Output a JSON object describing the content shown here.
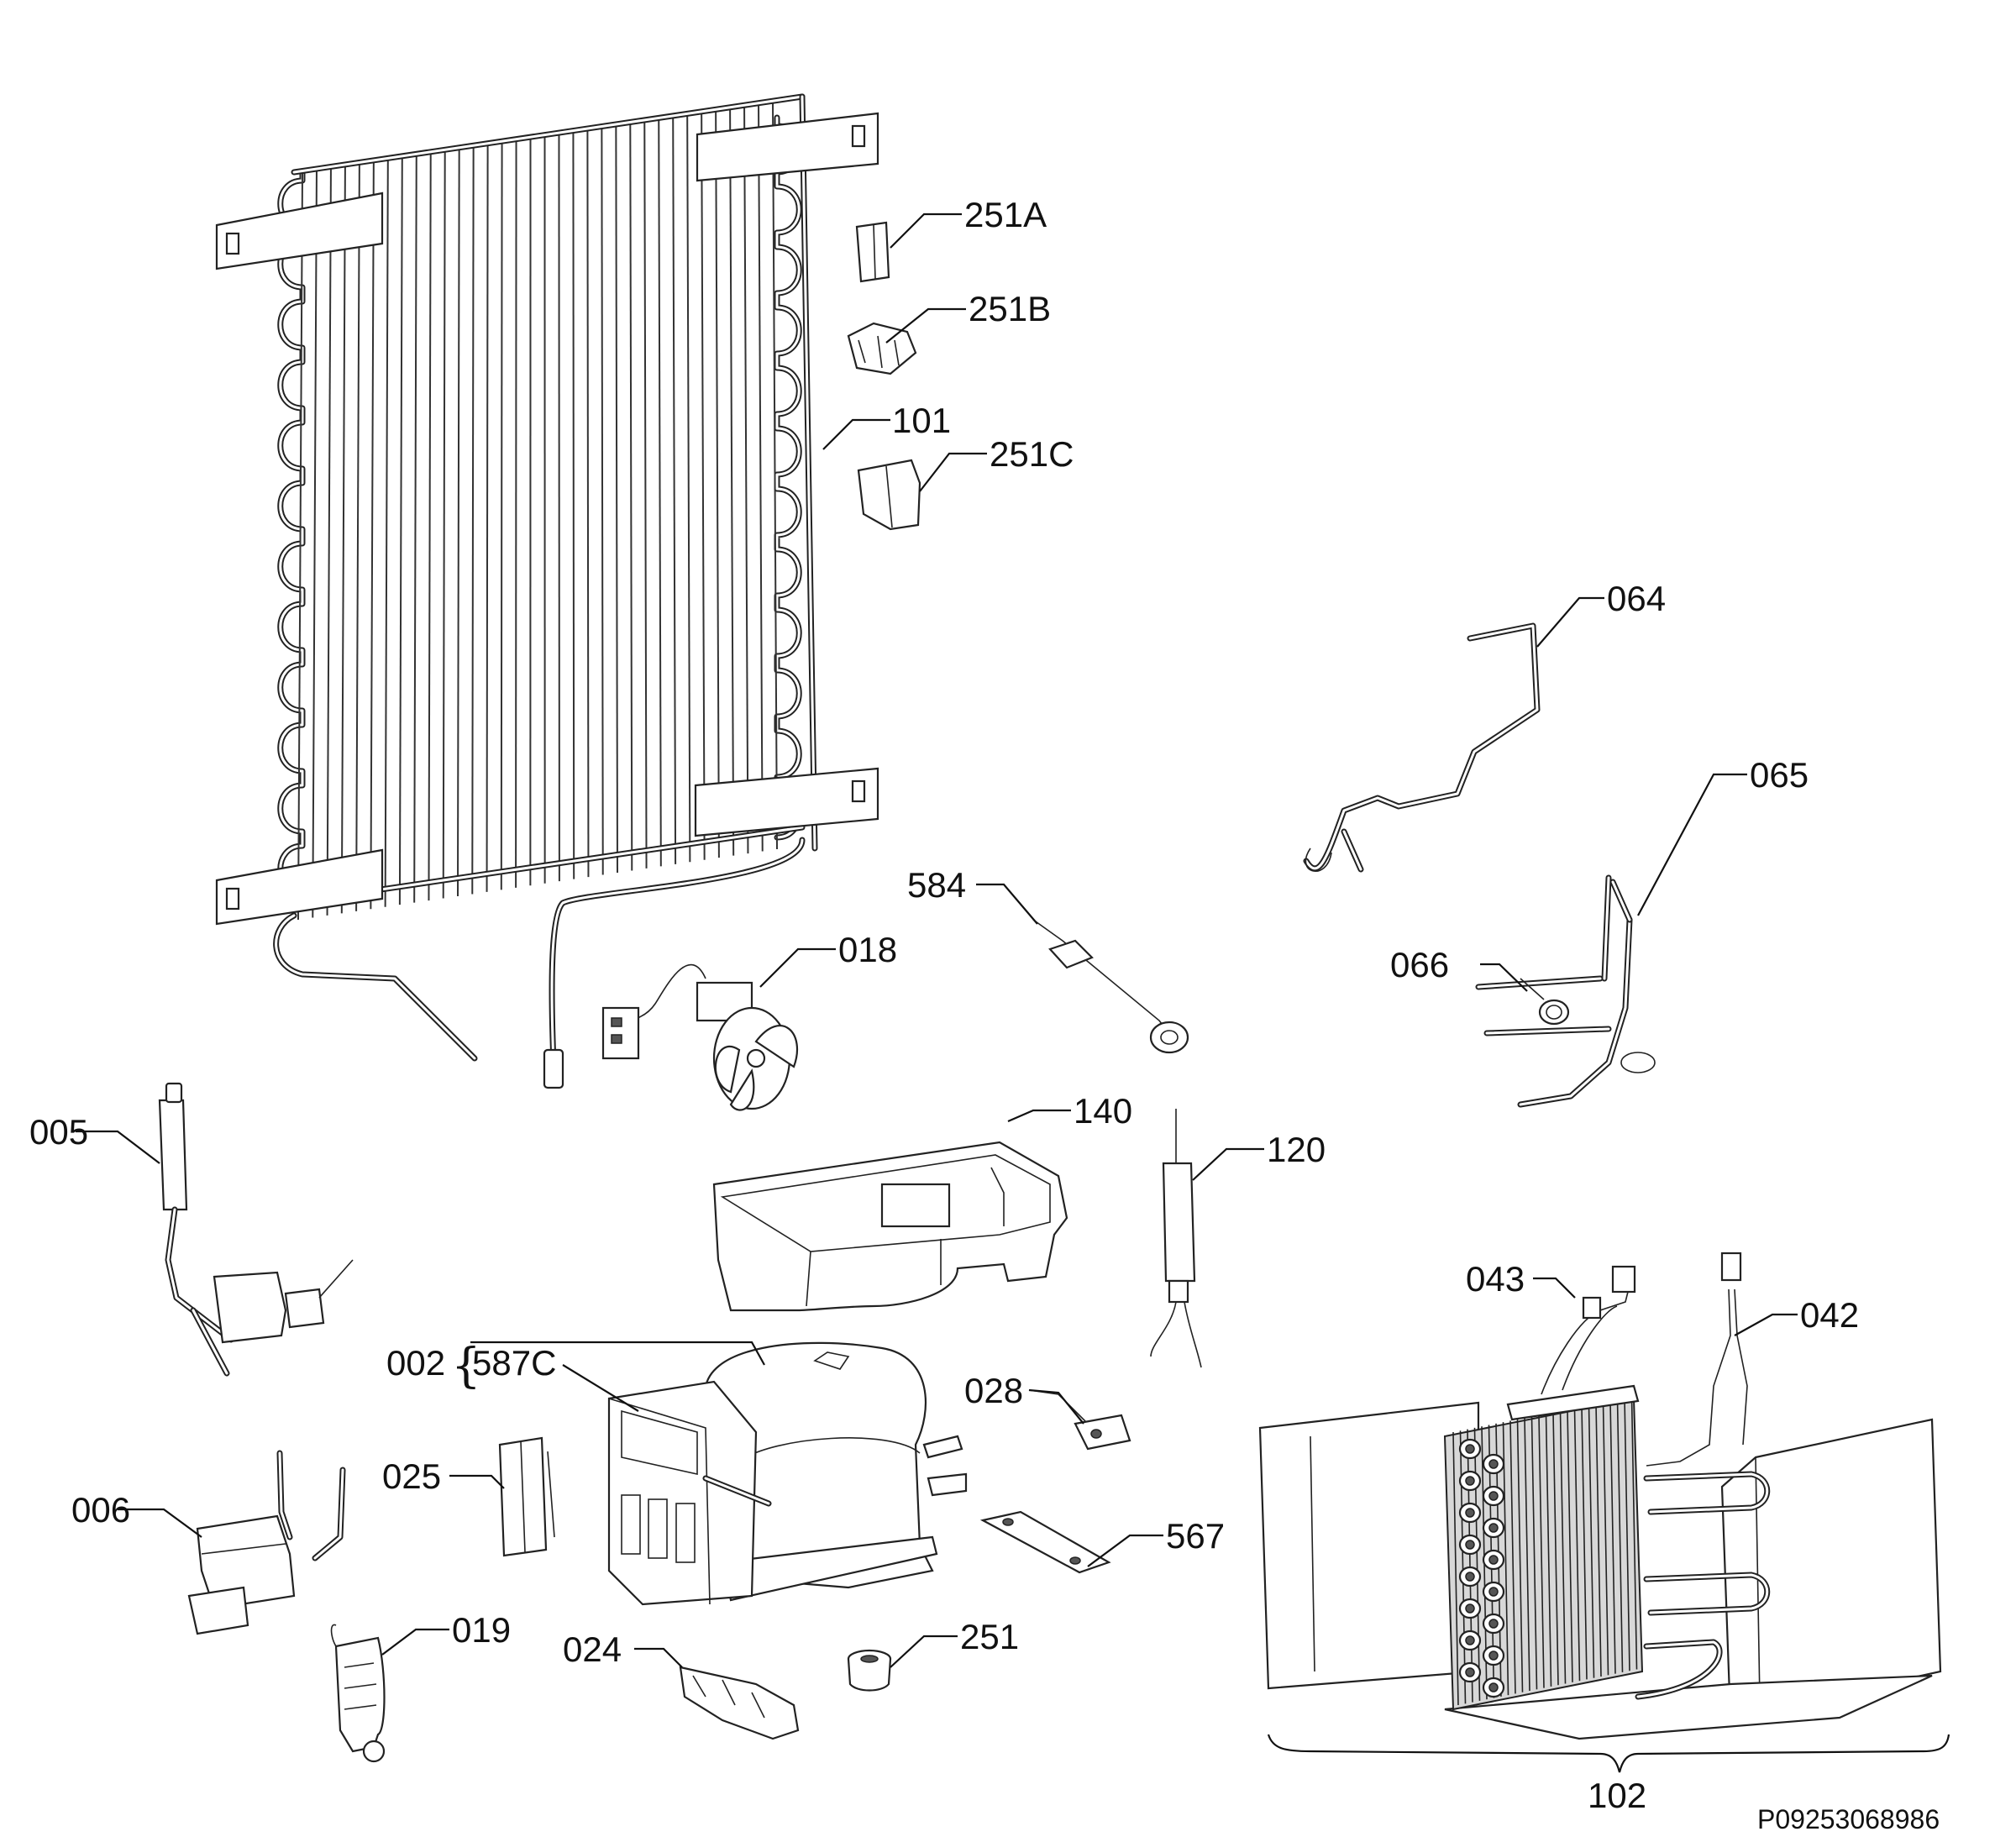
{
  "labels": {
    "p251A": "251A",
    "p251B": "251B",
    "p101": "101",
    "p251C": "251C",
    "p064": "064",
    "p065": "065",
    "p066": "066",
    "p584": "584",
    "p018": "018",
    "p005": "005",
    "p140": "140",
    "p120": "120",
    "p002": "002",
    "p587C": "587C",
    "p028": "028",
    "p025": "025",
    "p006": "006",
    "p567": "567",
    "p019": "019",
    "p024": "024",
    "p251": "251",
    "p043": "043",
    "p042": "042",
    "p102": "102"
  },
  "document_number": "P09253068986"
}
